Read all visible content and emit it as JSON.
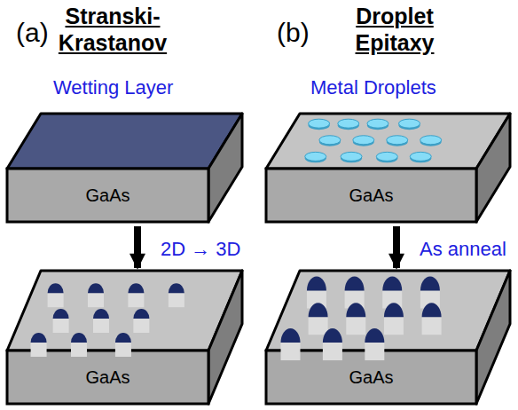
{
  "diagram": {
    "nodes": [
      {
        "text": [
          "GaAs"
        ]
      },
      {
        "text": [
          "GaAs"
        ]
      },
      {
        "text": [
          "GaAs"
        ]
      },
      {
        "text": [
          "GaAs"
        ]
      }
    ],
    "edges": [
      {
        "from": 0,
        "to": 1,
        "arrow": "to",
        "label": "2D → 3D"
      },
      {
        "from": 2,
        "to": 3,
        "arrow": "to",
        "label": "As anneal"
      }
    ],
    "labels": [
      "(a)",
      "Stranski- Krastanov",
      "(b)",
      "Droplet Epitaxy",
      "Wetting Layer",
      "Metal Droplets"
    ]
  }
}
